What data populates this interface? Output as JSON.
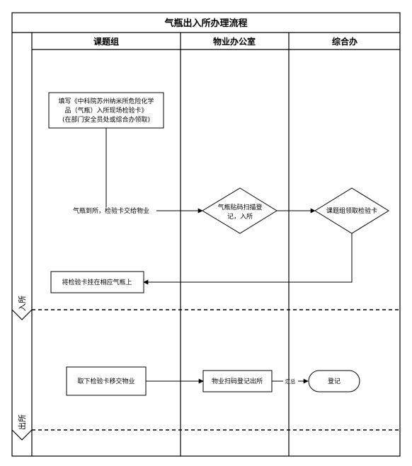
{
  "title": "气瓶出入所办理流程",
  "columns": [
    {
      "label": "课题组"
    },
    {
      "label": "物业办公室"
    },
    {
      "label": "综合办"
    }
  ],
  "phases": [
    {
      "label": "入所"
    },
    {
      "label": "出所"
    }
  ],
  "nodes": {
    "fill_card": {
      "line1": "填写《中科院苏州纳米所危险化学",
      "line2": "品（气瓶）入所现场检验卡》",
      "line3": "(在部门安全员处或综合办领取)"
    },
    "scan_register": {
      "line1": "气瓶贴码扫描登",
      "line2": "记，入所"
    },
    "collect_card": {
      "line1": "课题组领取检验卡"
    },
    "hang_card": {
      "line1": "将检验卡挂在相应气瓶上"
    },
    "remove_card": {
      "line1": "取下检验卡移交物业"
    },
    "scan_exit": {
      "line1": "物业扫码登记出所"
    },
    "register_end": {
      "line1": "登记"
    }
  },
  "edge_labels": {
    "arrive": "气瓶到所，检验卡交给物业",
    "summary": "汇总"
  }
}
